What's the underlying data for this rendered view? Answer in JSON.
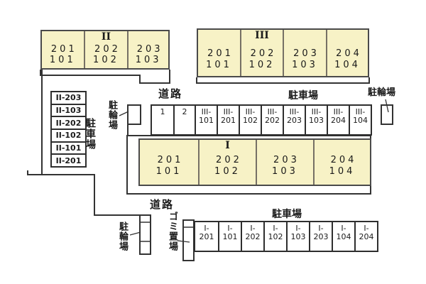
{
  "colors": {
    "building_fill": "#F7F2C6",
    "line": "#333333"
  },
  "buildings": {
    "bldg2": {
      "label": "II",
      "cells": [
        [
          "201",
          "101"
        ],
        [
          "202",
          "102"
        ],
        [
          "203",
          "103"
        ]
      ]
    },
    "bldg3": {
      "label": "III",
      "cells": [
        [
          "201",
          "101"
        ],
        [
          "202",
          "102"
        ],
        [
          "203",
          "103"
        ],
        [
          "204",
          "104"
        ]
      ]
    },
    "bldg1": {
      "label": "I",
      "cells": [
        [
          "201",
          "101"
        ],
        [
          "202",
          "102"
        ],
        [
          "203",
          "103"
        ],
        [
          "204",
          "104"
        ]
      ]
    }
  },
  "labels": {
    "road_top": "道路",
    "road_bottom": "道路",
    "parking_lot_top": "駐車場",
    "parking_lot_bottom": "駐車場",
    "parking_lot_left": "駐車場",
    "bicycle_top_mid": "駐輪場",
    "bicycle_top_right": "駐輪場",
    "bicycle_bottom_left": "駐輪場",
    "garbage": "ゴミ置場"
  },
  "left_parking_spaces": [
    "II-203",
    "II-103",
    "II-202",
    "II-102",
    "II-101",
    "II-201"
  ],
  "middle_parking_spaces": [
    [
      "1"
    ],
    [
      "2"
    ],
    [
      "III-",
      "101"
    ],
    [
      "III-",
      "201"
    ],
    [
      "III-",
      "102"
    ],
    [
      "III-",
      "202"
    ],
    [
      "III-",
      "203"
    ],
    [
      "III-",
      "103"
    ],
    [
      "III-",
      "204"
    ],
    [
      "III-",
      "104"
    ]
  ],
  "bottom_parking_spaces": [
    [
      "I-",
      "201"
    ],
    [
      "I-",
      "101"
    ],
    [
      "I-",
      "202"
    ],
    [
      "I-",
      "102"
    ],
    [
      "I-",
      "103"
    ],
    [
      "I-",
      "203"
    ],
    [
      "I-",
      "104"
    ],
    [
      "I-",
      "204"
    ]
  ]
}
